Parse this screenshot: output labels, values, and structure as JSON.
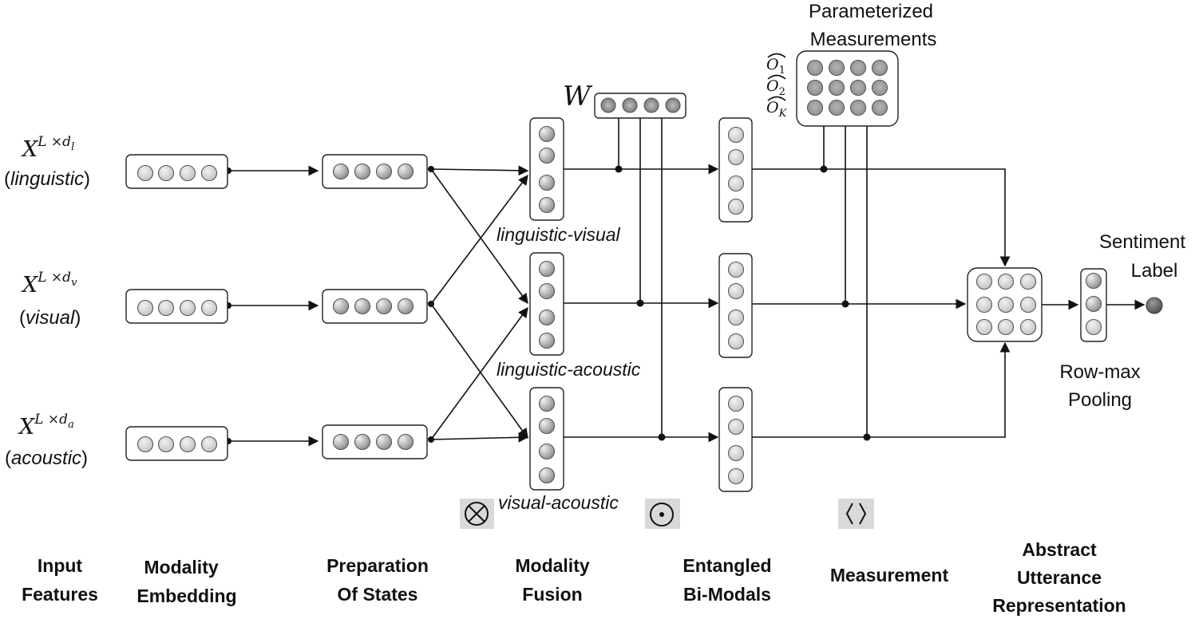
{
  "inputs": [
    {
      "math_base": "X",
      "math_sup": "L ×d",
      "math_sub": "l",
      "name_open": "(",
      "name": "linguistic",
      "name_close": ")"
    },
    {
      "math_base": "X",
      "math_sup": "L ×d",
      "math_sub": "v",
      "name_open": "(",
      "name": "visual",
      "name_close": ")"
    },
    {
      "math_base": "X",
      "math_sup": "L ×d",
      "math_sub": "a",
      "name_open": "(",
      "name": "acoustic",
      "name_close": ")"
    }
  ],
  "fusion_labels": [
    "linguistic-visual",
    "linguistic-acoustic",
    "visual-acoustic"
  ],
  "weight_label": "W",
  "measurements": {
    "title_line1": "Parameterized",
    "title_line2": "Measurements",
    "operators": [
      {
        "base": "O",
        "sub": "1"
      },
      {
        "base": "O",
        "sub": "2"
      },
      {
        "base": "O",
        "sub": "K"
      }
    ]
  },
  "operators": {
    "tensor_product": "⊗",
    "dot_product": "⊙",
    "measurement": "⟨⟩"
  },
  "output": {
    "line1": "Sentiment",
    "line2": "Label"
  },
  "pooling": {
    "line1": "Row-max",
    "line2": "Pooling"
  },
  "stages": [
    {
      "line1": "Input",
      "line2": "Features"
    },
    {
      "line1": "Modality",
      "line2": "Embedding"
    },
    {
      "line1": "Preparation",
      "line2": "Of States"
    },
    {
      "line1": "Modality",
      "line2": "Fusion"
    },
    {
      "line1": "Entangled",
      "line2": "Bi-Modals"
    },
    {
      "line1": "Measurement",
      "line2": ""
    },
    {
      "line1": "Abstract",
      "line2": "Utterance",
      "line3": "Representation"
    }
  ],
  "colors": {
    "node_light": "#d2d2d2",
    "node_mid": "#a8a8a8",
    "node_dark": "#6a6a6a",
    "op_bg": "#d9d9d9"
  }
}
